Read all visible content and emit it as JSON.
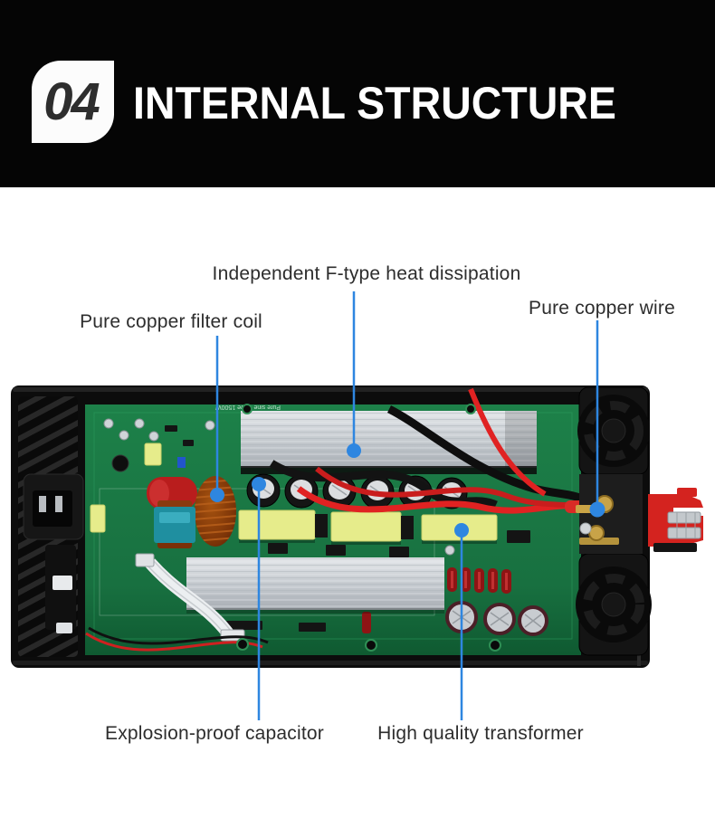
{
  "header": {
    "badge_number": "04",
    "title": "INTERNAL STRUCTURE"
  },
  "callouts": [
    {
      "id": "heat-dissipation",
      "label": "Independent F-type heat dissipation"
    },
    {
      "id": "filter-coil",
      "label": "Pure copper filter coil"
    },
    {
      "id": "copper-wire",
      "label": "Pure copper wire"
    },
    {
      "id": "explosion-proof-capacitor",
      "label": "Explosion-proof capacitor"
    },
    {
      "id": "transformer",
      "label": "High quality transformer"
    }
  ],
  "photo": {
    "pcb_marking": "Pure sine wave 1500W"
  },
  "colors": {
    "accent_blue": "#2e86e0",
    "header_bg": "#050505",
    "badge_bg": "#fcfcfc",
    "label_text": "#2d2d2d",
    "pcb_green": "#1c7f47",
    "heatsink_silver": "#c6cbd0",
    "transformer_yellow": "#e6ec8b",
    "terminal_red": "#d4231f",
    "coil_copper": "#8a3a10"
  }
}
